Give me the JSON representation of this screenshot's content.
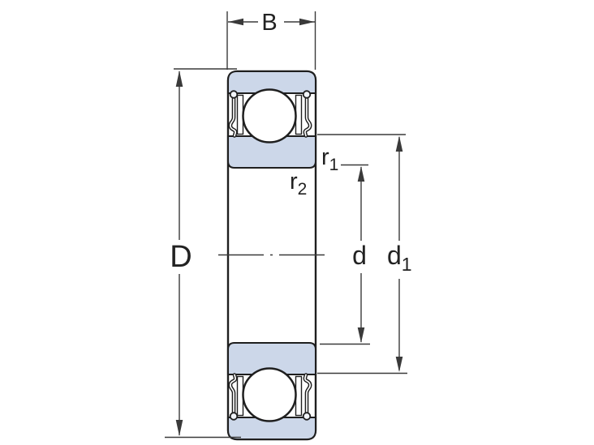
{
  "diagram": {
    "dimension_labels": {
      "B": "B",
      "D": "D",
      "d": "d",
      "d1": {
        "main": "d",
        "sub": "1"
      },
      "r1": {
        "main": "r",
        "sub": "1"
      },
      "r2": {
        "main": "r",
        "sub": "2"
      }
    },
    "colors": {
      "ring_fill": "#ccd7e9",
      "outline": "#1f1f1f",
      "dimension_line": "#3a3a3a",
      "background": "#ffffff"
    }
  }
}
